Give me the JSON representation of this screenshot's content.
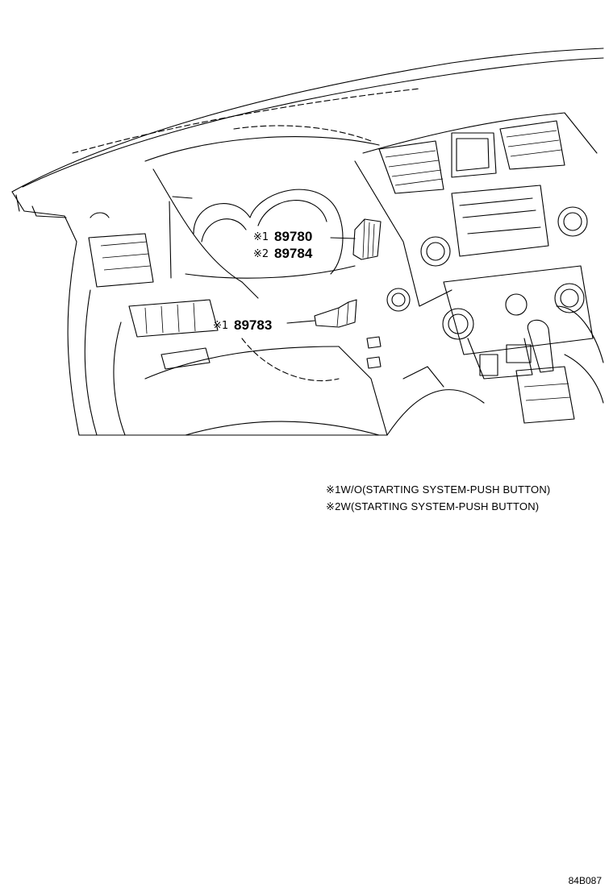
{
  "callouts": [
    {
      "mark": "※1",
      "part": "89780"
    },
    {
      "mark": "※2",
      "part": "89784"
    },
    {
      "mark": "※1",
      "part": "89783"
    }
  ],
  "notes": [
    {
      "mark": "※1",
      "text": "W/O(STARTING SYSTEM-PUSH BUTTON)"
    },
    {
      "mark": "※2",
      "text": "W(STARTING SYSTEM-PUSH BUTTON)"
    }
  ],
  "drawing_code": "84B087"
}
